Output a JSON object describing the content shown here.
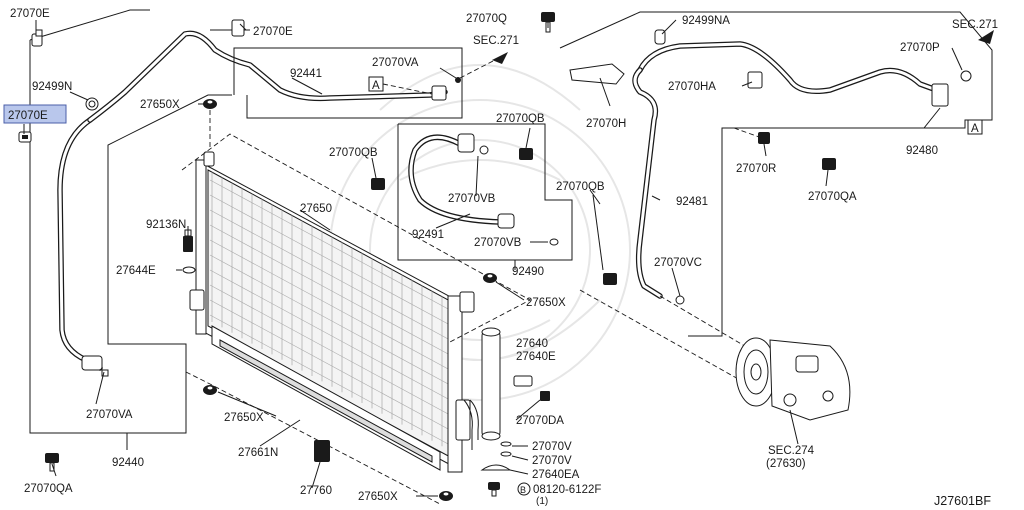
{
  "diagram": {
    "code": "J27601BF",
    "highlight": "27070E",
    "labels": {
      "l_27070e_top": "27070E",
      "l_27070e_mid": "27070E",
      "l_27070e_hl": "27070E",
      "l_92499n": "92499N",
      "l_92441": "92441",
      "l_27070va_top": "27070VA",
      "l_sec271_mid": "SEC.271",
      "l_a_mid": "A",
      "l_27650x_top": "27650X",
      "l_27070q": "27070Q",
      "l_92499na": "92499NA",
      "l_sec271_right": "SEC.271",
      "l_27070p": "27070P",
      "l_27070ha": "27070HA",
      "l_27070h": "27070H",
      "l_27070qb_a": "27070QB",
      "l_27070qb_b": "27070QB",
      "l_27070qb_c": "27070QB",
      "l_a_right": "A",
      "l_92480": "92480",
      "l_27070r": "27070R",
      "l_27070qa_right": "27070QA",
      "l_92481": "92481",
      "l_27650": "27650",
      "l_27070vb_a": "27070VB",
      "l_27070vb_b": "27070VB",
      "l_92491": "92491",
      "l_92490": "92490",
      "l_92136n": "92136N",
      "l_27644e": "27644E",
      "l_27070vc": "27070VC",
      "l_27650x_mid": "27650X",
      "l_27640": "27640",
      "l_27640e": "27640E",
      "l_27070va_bot": "27070VA",
      "l_27650x_low": "27650X",
      "l_27070da": "27070DA",
      "l_27661n": "27661N",
      "l_92440": "92440",
      "l_27070v_a": "27070V",
      "l_27070v_b": "27070V",
      "l_27640ea": "27640EA",
      "l_08120": "08120-6122F",
      "l_08120_qty": "(1)",
      "l_b_circle": "B",
      "l_sec274": "SEC.274",
      "l_27630": "(27630)",
      "l_27070qa_left": "27070QA",
      "l_27760": "27760",
      "l_27650x_bot": "27650X"
    }
  }
}
